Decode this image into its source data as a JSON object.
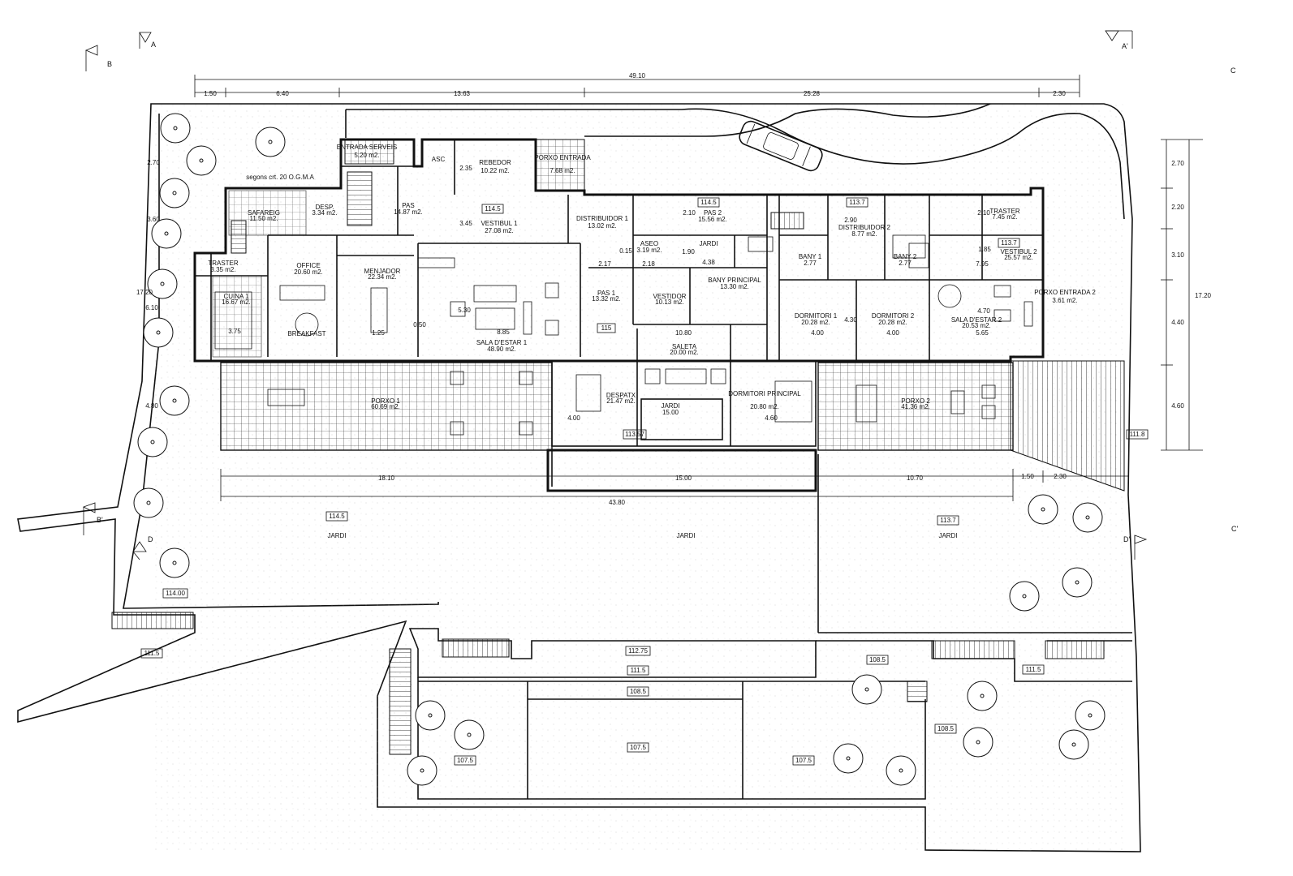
{
  "section_marks": {
    "A": "A",
    "A_prime": "A'",
    "B": "B",
    "B_prime": "B'",
    "C": "C",
    "C_prime": "C'",
    "D": "D",
    "D_prime": "D'"
  },
  "dims_top": {
    "total": "49.10",
    "d1": "1.50",
    "d2": "6.40",
    "d3": "13.63",
    "d4": "25.28",
    "d5": "2.30"
  },
  "dims_left": {
    "d1": "2.70",
    "d2": "3.60",
    "d3": "6.10",
    "d4": "4.80",
    "total": "17.20"
  },
  "dims_right": {
    "d1": "2.70",
    "d2": "2.20",
    "d3": "3.10",
    "d4": "4.40",
    "d5": "4.60",
    "total": "17.20"
  },
  "dims_bottom": {
    "d1": "18.10",
    "d2": "15.00",
    "d3": "10.70",
    "d4": "1.50",
    "d5": "2.30",
    "total": "43.80"
  },
  "note": "segons crt. 20 O.G.M.A",
  "rooms": {
    "entrada_serveis": {
      "name": "ENTRADA SERVEIS",
      "area": "5.20 m2."
    },
    "asc": {
      "name": "ASC"
    },
    "rebedor": {
      "name": "REBEDOR",
      "area": "10.22 m2."
    },
    "porxo_entrada": {
      "name": "PORXO ENTRADA",
      "area": "7.68 m2."
    },
    "safareig": {
      "name": "SAFAREIG",
      "area": "11.50 m2."
    },
    "desp": {
      "name": "DESP.",
      "area": "3.34 m2."
    },
    "pas": {
      "name": "PAS",
      "area": "14.87 m2."
    },
    "vestibul_1": {
      "name": "VESTIBUL 1",
      "area": "27.08 m2."
    },
    "distribuidor_1": {
      "name": "DISTRIBUIDOR 1",
      "area": "13.02 m2."
    },
    "pas_2": {
      "name": "PAS 2",
      "area": "15.56 m2."
    },
    "traster_1": {
      "name": "TRASTER",
      "area": "3.35 m2."
    },
    "office": {
      "name": "OFFICE",
      "area": "20.60 m2."
    },
    "menjador": {
      "name": "MENJADOR",
      "area": "22.34 m2."
    },
    "cuina": {
      "name": "CUINA 1",
      "area": "16.67 m2."
    },
    "breakfast": {
      "name": "BREAKFAST"
    },
    "sala_estar_1": {
      "name": "SALA D'ESTAR 1",
      "area": "48.90 m2."
    },
    "aseo": {
      "name": "ASEO",
      "area": "3.19 m2."
    },
    "jardi_int": {
      "name": "JARDI",
      "area": "4.38"
    },
    "pas_1": {
      "name": "PAS 1",
      "area": "13.32 m2."
    },
    "vestidor": {
      "name": "VESTIDOR",
      "area": "10.13 m2."
    },
    "bany_principal": {
      "name": "BANY PRINCIPAL",
      "area": "13.30 m2."
    },
    "saleta": {
      "name": "SALETA",
      "area": "20.00 m2."
    },
    "despatx": {
      "name": "DESPATX",
      "area": "21.47 m2."
    },
    "jardi_patio": {
      "name": "JARDI",
      "area": "15.00"
    },
    "dormitori_principal": {
      "name": "DORMITORI PRINCIPAL",
      "area": "20.80 m2."
    },
    "distribuidor_2": {
      "name": "DISTRIBUIDOR 2",
      "area": "8.77 m2."
    },
    "bany_1": {
      "name": "BANY 1",
      "area": "2.77"
    },
    "bany_2": {
      "name": "BANY 2",
      "area": "2.77"
    },
    "dormitori_1": {
      "name": "DORMITORI 1",
      "area": "20.28 m2."
    },
    "dormitori_2": {
      "name": "DORMITORI 2",
      "area": "20.28 m2."
    },
    "traster_2": {
      "name": "TRASTER",
      "area": "7.45 m2."
    },
    "vestibul_2": {
      "name": "VESTIBUL 2",
      "area": "25.57 m2."
    },
    "porxo_entrada_2": {
      "name": "PORXO ENTRADA 2",
      "area": "3.61 m2."
    },
    "sala_estar_2": {
      "name": "SALA D'ESTAR 2",
      "area": "20.53 m2."
    },
    "porxo_1": {
      "name": "PORXO 1",
      "area": "60.69 m2."
    },
    "porxo_2": {
      "name": "PORXO 2",
      "area": "41.36 m2."
    },
    "jardi_1": {
      "name": "JARDI"
    },
    "jardi_2": {
      "name": "JARDI"
    },
    "jardi_3": {
      "name": "JARDI"
    }
  },
  "levels": {
    "l1": "114.5",
    "l2": "114.5",
    "l3": "113.7",
    "l4": "113.7",
    "l5": "115",
    "l6": "113.57",
    "l7": "111.8",
    "l8": "114.5",
    "l9": "113.7",
    "l10": "114.00",
    "l11": "111.5",
    "l12": "112.75",
    "l13": "111.5",
    "l14": "108.5",
    "l15": "108.5",
    "l16": "111.5",
    "l17": "107.5",
    "l18": "107.5",
    "l19": "107.5",
    "l20": "108.5"
  },
  "inner_dims": {
    "a1": "2.35",
    "a2": "3.45",
    "a3": "2.10",
    "a4": "2.90",
    "a5": "2.10",
    "a6": "1.85",
    "a7": "7.95",
    "a8": "5.30",
    "a9": "8.85",
    "a10": "10.80",
    "a11": "3.75",
    "a12": "1.25",
    "a13": "0.50",
    "a14": "0.15",
    "a15": "2.17",
    "a16": "2.18",
    "a17": "1.90",
    "a18": "4.00",
    "a19": "4.00",
    "a20": "4.00",
    "a21": "4.60",
    "a22": "5.65",
    "a23": "4.70",
    "a24": "4.30"
  }
}
